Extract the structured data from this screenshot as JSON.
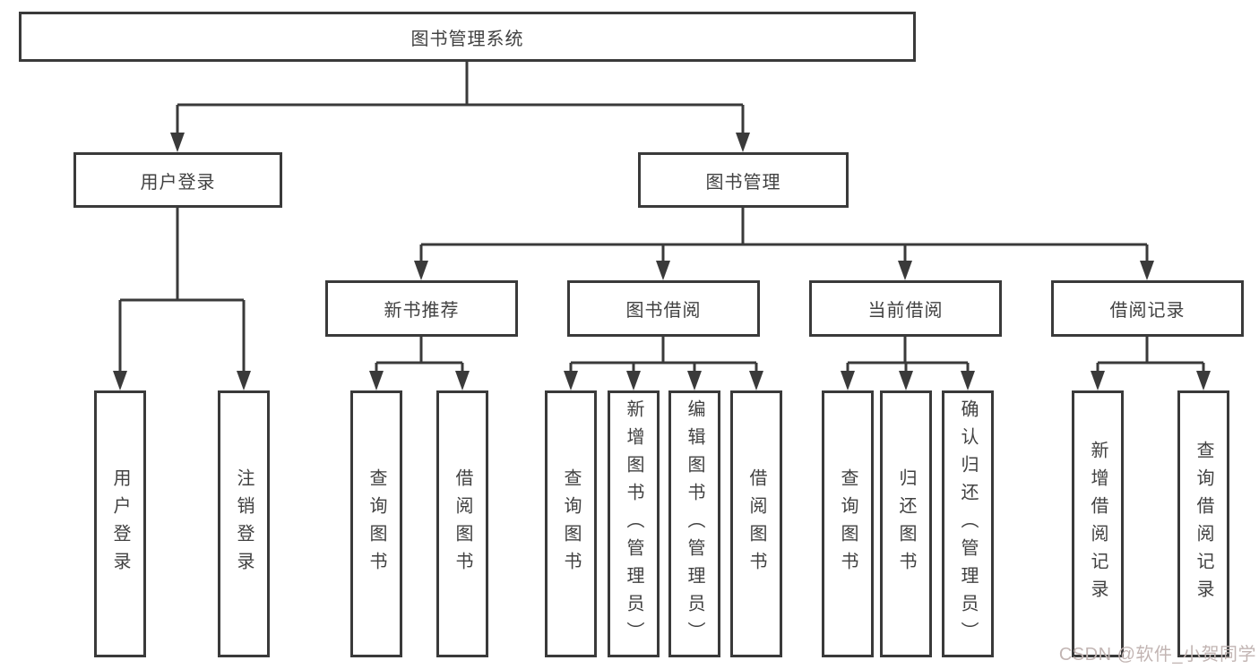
{
  "tree": {
    "root": {
      "label": "图书管理系统",
      "children": [
        {
          "label": "用户登录",
          "children": [
            {
              "label": "用户登录"
            },
            {
              "label": "注销登录"
            }
          ]
        },
        {
          "label": "图书管理",
          "children": [
            {
              "label": "新书推荐",
              "children": [
                {
                  "label": "查询图书"
                },
                {
                  "label": "借阅图书"
                }
              ]
            },
            {
              "label": "图书借阅",
              "children": [
                {
                  "label": "查询图书"
                },
                {
                  "label": "新增图书（管理员）"
                },
                {
                  "label": "编辑图书（管理员）"
                },
                {
                  "label": "借阅图书"
                }
              ]
            },
            {
              "label": "当前借阅",
              "children": [
                {
                  "label": "查询图书"
                },
                {
                  "label": "归还图书"
                },
                {
                  "label": "确认归还（管理员）"
                }
              ]
            },
            {
              "label": "借阅记录",
              "children": [
                {
                  "label": "新增借阅记录"
                },
                {
                  "label": "查询借阅记录"
                }
              ]
            }
          ]
        }
      ]
    }
  },
  "watermark": {
    "text": "CSDN @软件_小贺同学"
  },
  "colors": {
    "line": "#3a3a3a",
    "box_border": "#3a3a3a",
    "text": "#414141",
    "watermark_text": "#c2b5b3",
    "background": "#ffffff"
  }
}
